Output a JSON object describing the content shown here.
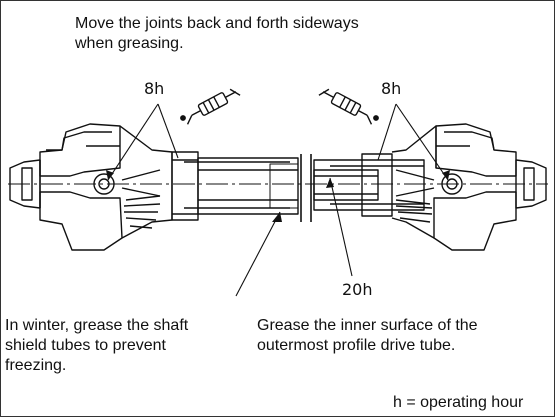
{
  "instructions": {
    "top": "Move the joints back and forth sideways\nwhen greasing.",
    "bottom_left": "In winter, grease the shaft\nshield tubes to prevent\nfreezing.",
    "bottom_right": "Grease the inner surface of the\noutermost profile drive tube.",
    "legend": "h = operating hour"
  },
  "intervals": {
    "left_joint": "8h",
    "right_joint": "8h",
    "profile_tube": "20h"
  }
}
